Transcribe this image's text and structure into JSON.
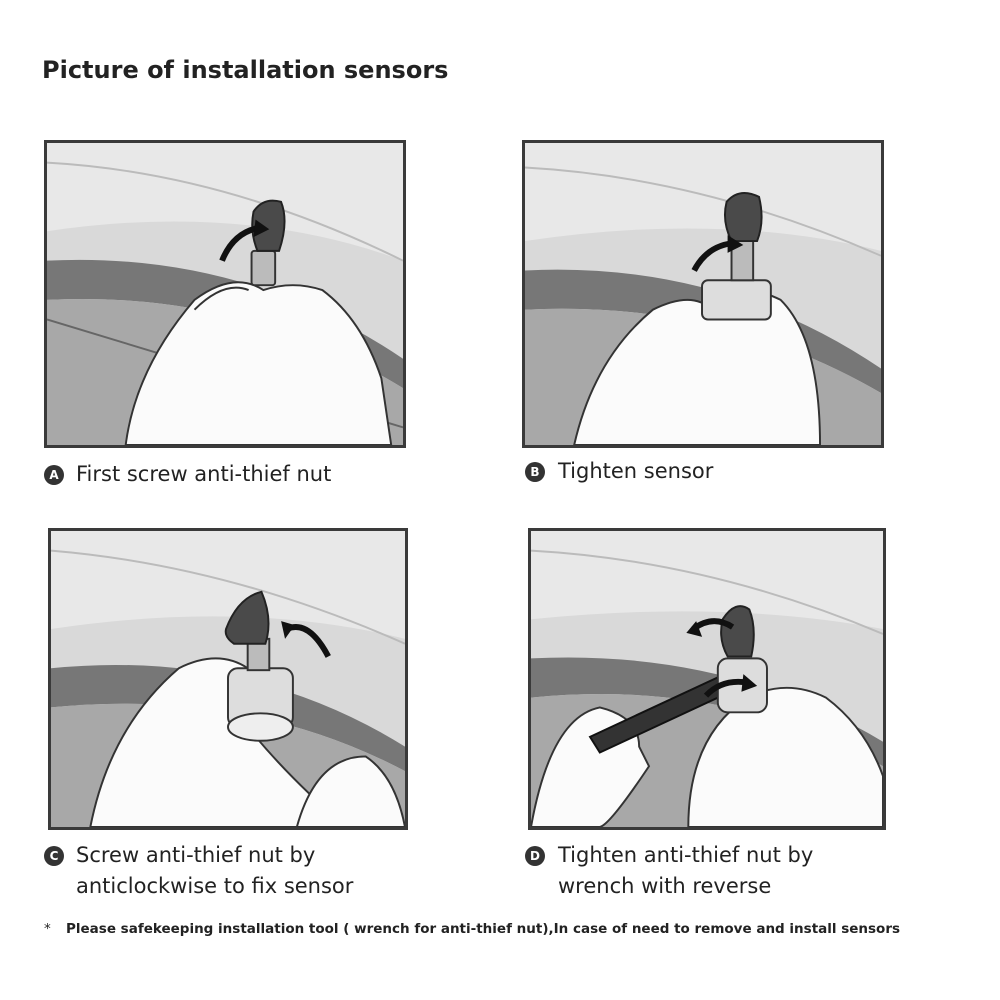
{
  "title": "Picture of installation sensors",
  "steps": [
    {
      "letter": "A",
      "text": "First screw anti-thief nut",
      "line2": ""
    },
    {
      "letter": "B",
      "text": "Tighten sensor",
      "line2": ""
    },
    {
      "letter": "C",
      "text": "Screw anti-thief nut by",
      "line2": "anticlockwise to fix sensor"
    },
    {
      "letter": "D",
      "text": "Tighten anti-thief nut by",
      "line2": "wrench with reverse"
    }
  ],
  "footnote": {
    "marker": "*",
    "text": "Please safekeeping installation tool ( wrench for anti-thief nut),In case of need to remove and install sensors"
  }
}
